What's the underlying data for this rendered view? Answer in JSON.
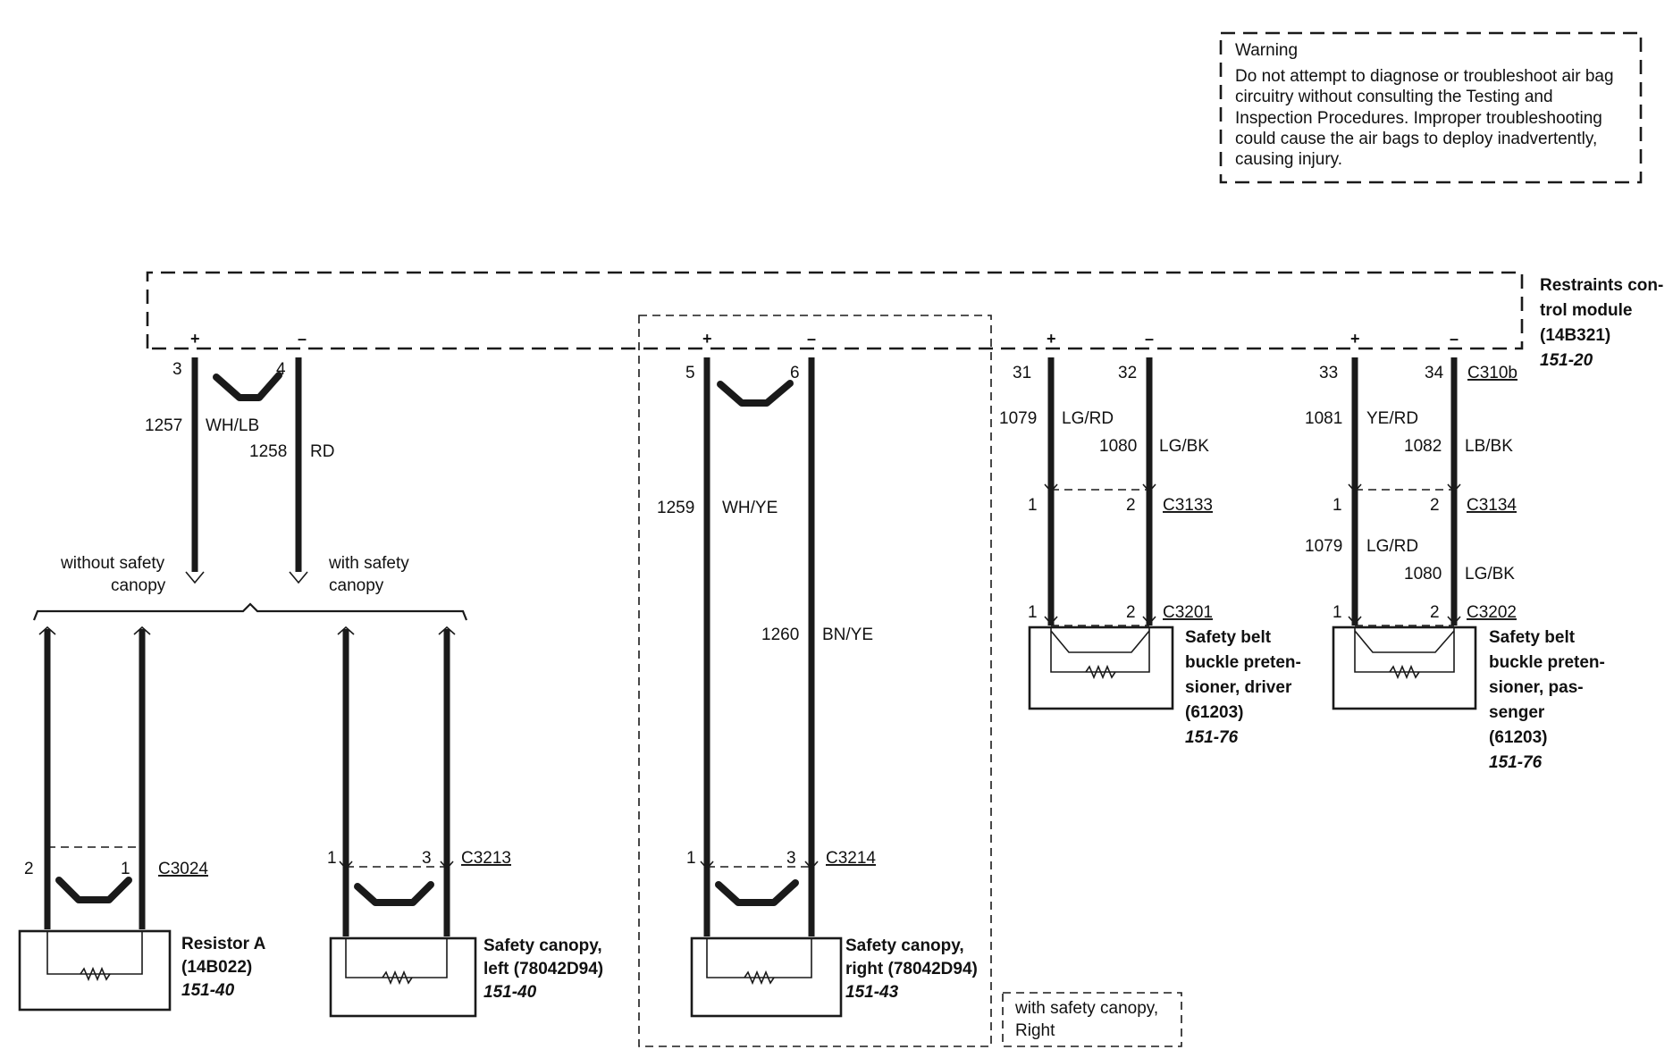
{
  "warning": {
    "title": "Warning",
    "lines": [
      "Do not attempt to diagnose or troubleshoot air bag",
      "circuitry without consulting the Testing and",
      "Inspection Procedures. Improper troubleshooting",
      "could cause the air bags to deploy inadvertently,",
      "causing injury."
    ]
  },
  "module": {
    "lines": [
      "Restraints con-",
      "trol module",
      "(14B321)"
    ],
    "ref": "151-20",
    "connector": "C310b"
  },
  "signs": {
    "plus": "+",
    "minus": "–"
  },
  "group1": {
    "pins": [
      "3",
      "4"
    ],
    "circuits": [
      {
        "number": "1257",
        "color": "WH/LB"
      },
      {
        "number": "1258",
        "color": "RD"
      }
    ],
    "branch_left": [
      "without safety",
      "canopy"
    ],
    "branch_right": [
      "with safety",
      "canopy"
    ],
    "resistor": {
      "pins": [
        "2",
        "1"
      ],
      "connector": "C3024",
      "lines": [
        "Resistor A",
        "(14B022)"
      ],
      "ref": "151-40"
    },
    "canopy_left": {
      "pins": [
        "1",
        "3"
      ],
      "connector": "C3213",
      "lines": [
        "Safety canopy,",
        "left (78042D94)"
      ],
      "ref": "151-40"
    }
  },
  "group2": {
    "pins": [
      "5",
      "6"
    ],
    "circuits": [
      {
        "number": "1259",
        "color": "WH/YE"
      },
      {
        "number": "1260",
        "color": "BN/YE"
      }
    ],
    "canopy_right": {
      "pins": [
        "1",
        "3"
      ],
      "connector": "C3214",
      "lines": [
        "Safety canopy,",
        "right (78042D94)"
      ],
      "ref": "151-43"
    },
    "note": [
      "with safety canopy,",
      "Right"
    ]
  },
  "group3": {
    "pins": [
      "31",
      "32"
    ],
    "circuits": [
      {
        "number": "1079",
        "color": "LG/RD"
      },
      {
        "number": "1080",
        "color": "LG/BK"
      }
    ],
    "inline_connector": {
      "name": "C3133",
      "pins": [
        "1",
        "2"
      ]
    },
    "device": {
      "pins": [
        "1",
        "2"
      ],
      "connector": "C3201",
      "lines": [
        "Safety belt",
        "buckle preten-",
        "sioner, driver",
        "(61203)"
      ],
      "ref": "151-76"
    }
  },
  "group4": {
    "pins": [
      "33",
      "34"
    ],
    "circuits": [
      {
        "number": "1081",
        "color": "YE/RD"
      },
      {
        "number": "1082",
        "color": "LB/BK"
      }
    ],
    "inline_connector": {
      "name": "C3134",
      "pins": [
        "1",
        "2"
      ]
    },
    "circuits_after": [
      {
        "number": "1079",
        "color": "LG/RD"
      },
      {
        "number": "1080",
        "color": "LG/BK"
      }
    ],
    "device": {
      "pins": [
        "1",
        "2"
      ],
      "connector": "C3202",
      "lines": [
        "Safety belt",
        "buckle preten-",
        "sioner, pas-",
        "senger",
        "(61203)"
      ],
      "ref": "151-76"
    }
  }
}
